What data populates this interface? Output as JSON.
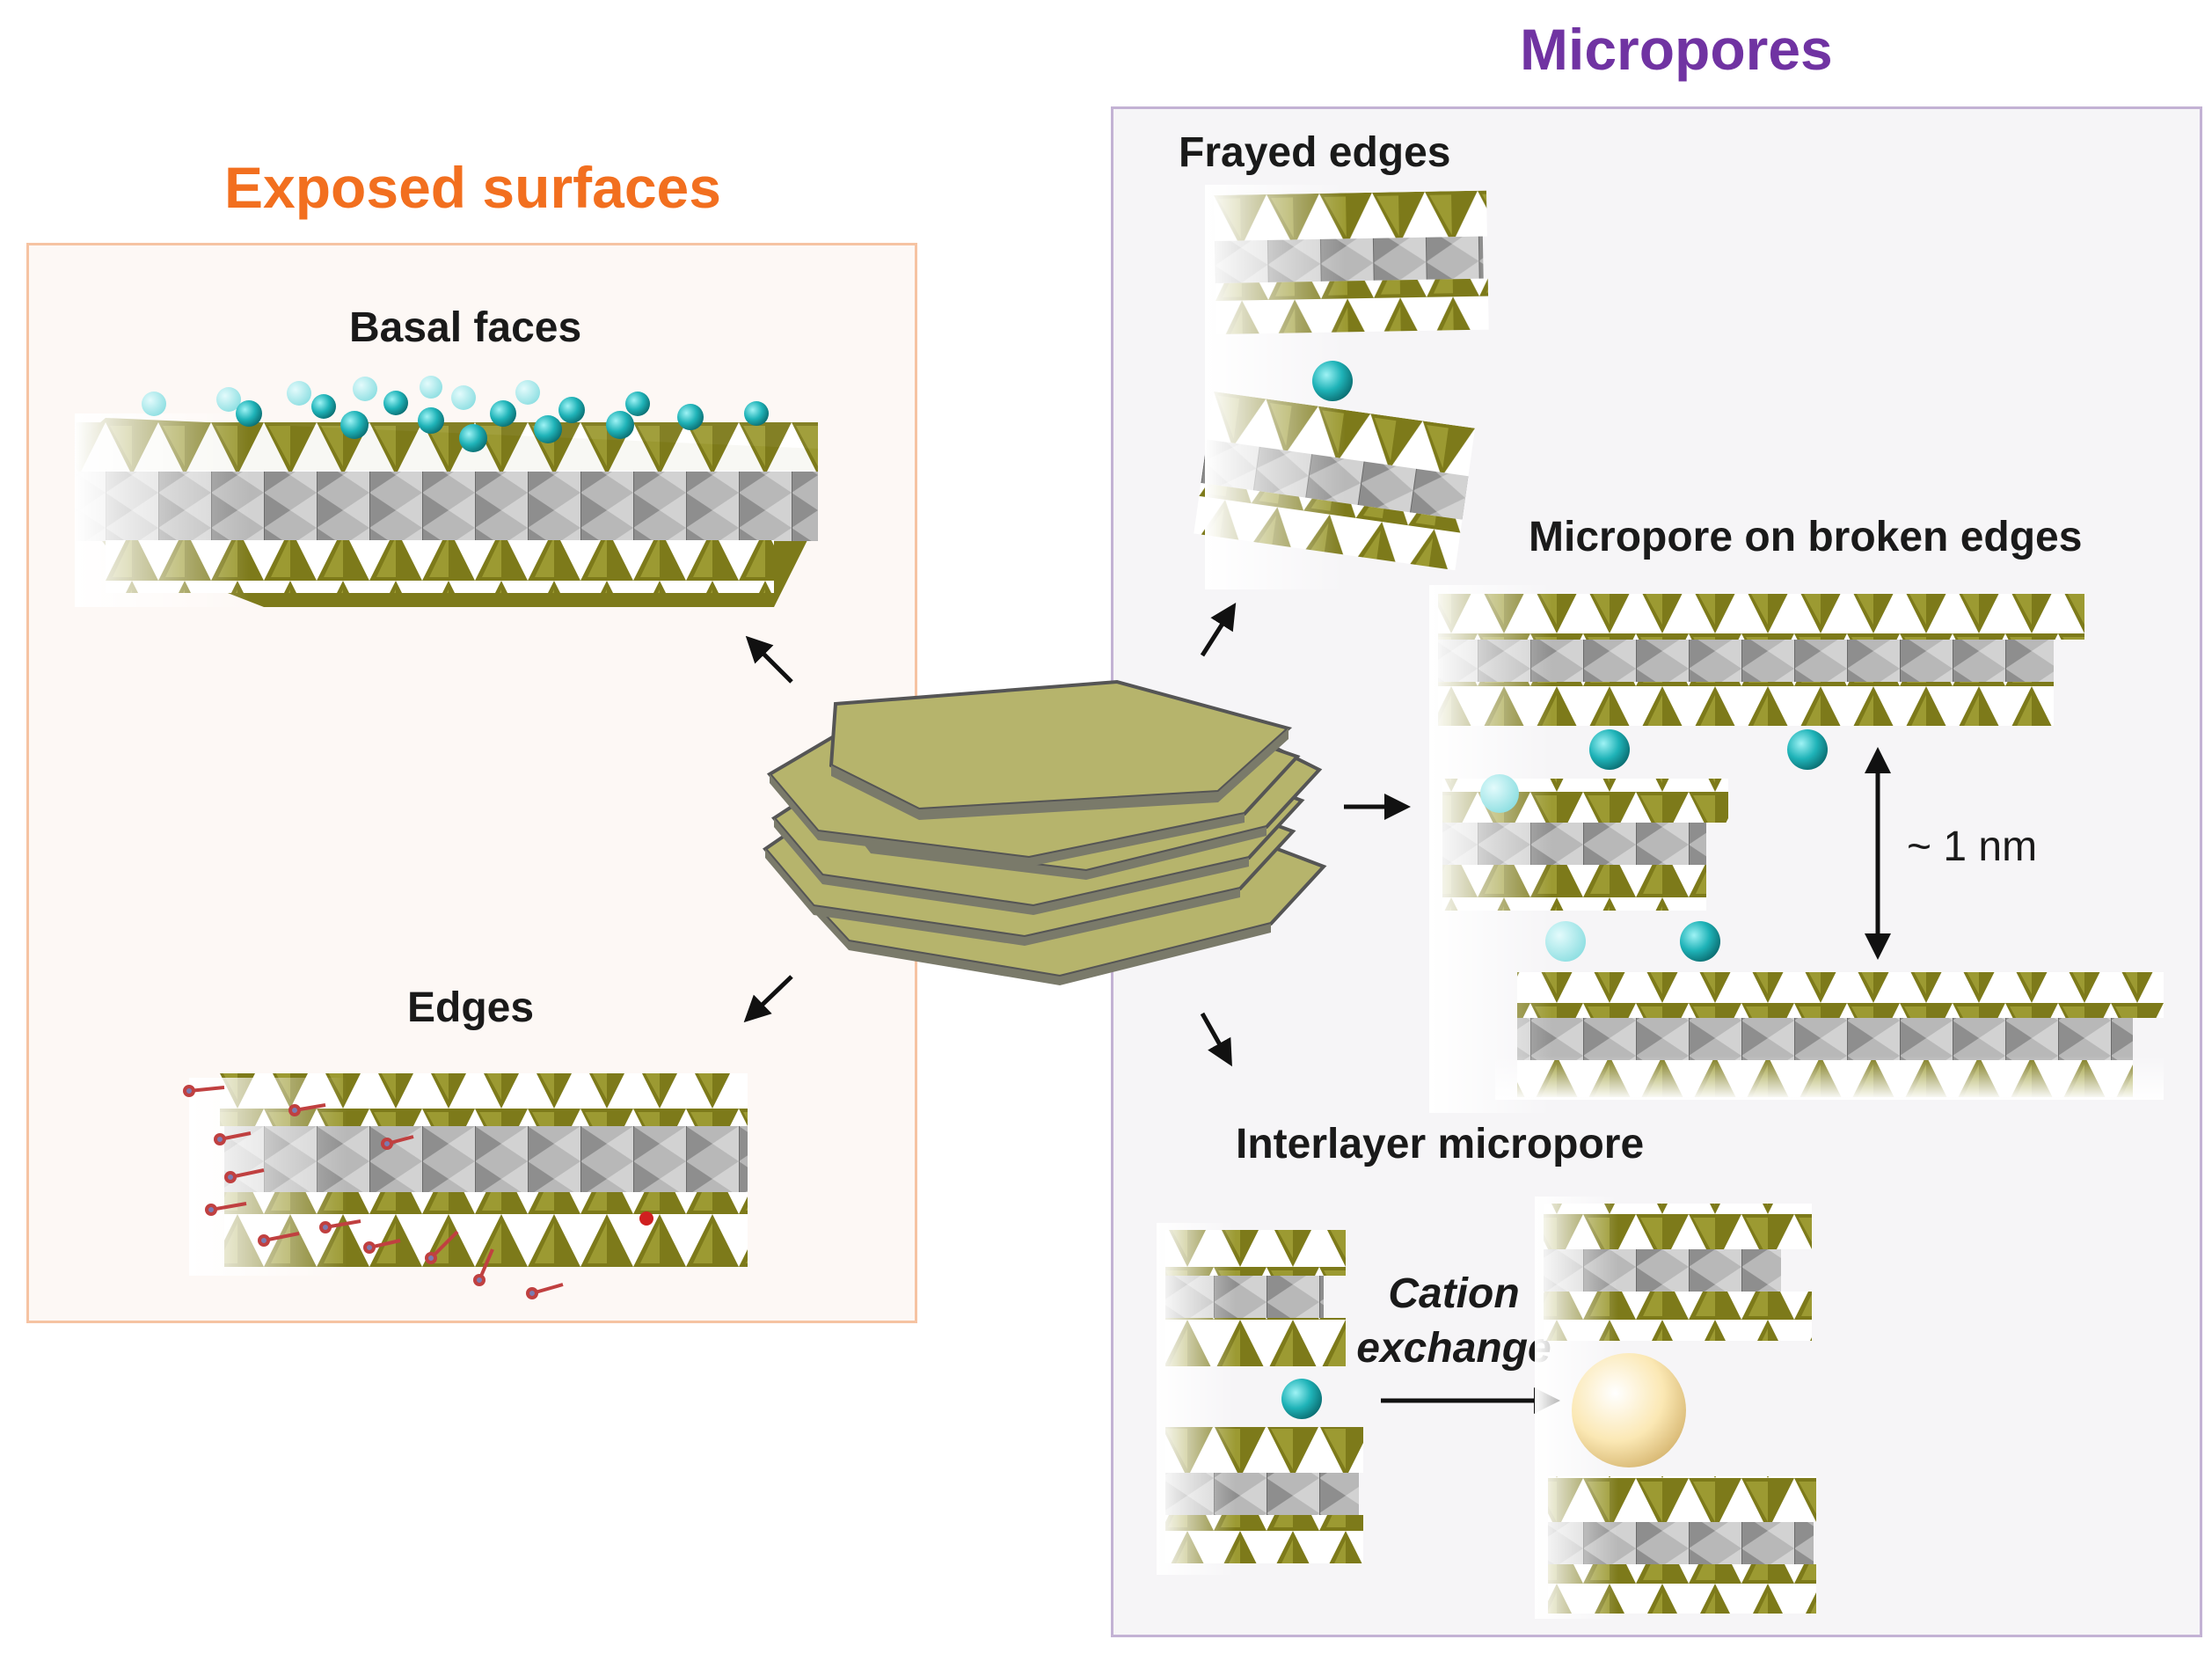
{
  "titles": {
    "exposed_surfaces": "Exposed surfaces",
    "micropores": "Micropores"
  },
  "labels": {
    "basal_faces": "Basal faces",
    "edges": "Edges",
    "frayed_edges": "Frayed edges",
    "micropore_broken_edges": "Micropore on broken edges",
    "interlayer_micropore": "Interlayer micropore",
    "cation_exchange": "Cation exchange",
    "spacing": "~ 1 nm"
  },
  "colors": {
    "orange": "#f26f1f",
    "purple": "#7033a2",
    "tetrahedra": "#7d7a1a",
    "octahedra": "#a9a9a9",
    "cation": "#1fb3b8",
    "sheet": "#b6b46c"
  }
}
